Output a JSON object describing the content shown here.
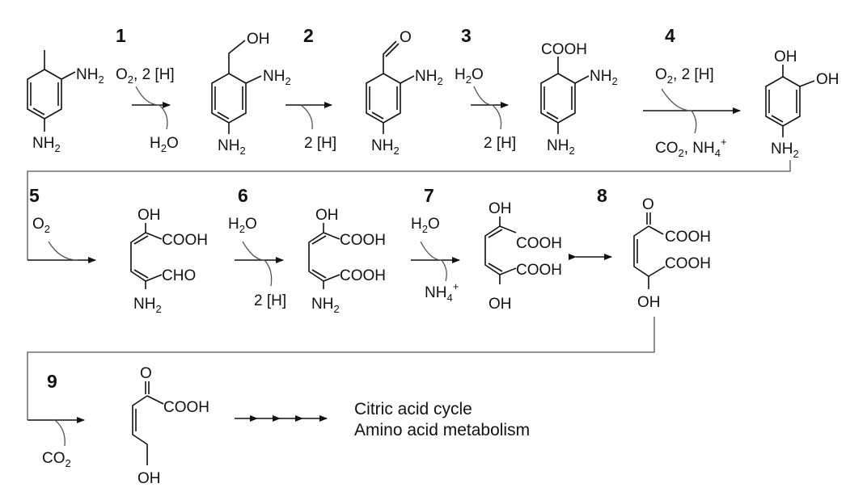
{
  "steps": [
    "1",
    "2",
    "3",
    "4",
    "5",
    "6",
    "7",
    "8",
    "9"
  ],
  "groups": {
    "nh2": "NH",
    "two": "2",
    "oh": "OH",
    "o": "O",
    "cooh": "COOH",
    "cho": "CHO"
  },
  "reagents": {
    "s1_in_a": "O",
    "s1_in_b": "2",
    "s1_in_c": ", 2 [H]",
    "s1_out_a": "H",
    "s1_out_b": "2",
    "s1_out_c": "O",
    "s2_out": "2 [H]",
    "s3_in_a": "H",
    "s3_in_b": "2",
    "s3_in_c": "O",
    "s3_out": "2 [H]",
    "s4_in_a": "O",
    "s4_in_b": "2",
    "s4_in_c": ", 2 [H]",
    "s4_out_a": "CO",
    "s4_out_b": "2",
    "s4_out_c": ", NH",
    "s4_out_d": "4",
    "s4_out_e": "+",
    "s5_in_a": "O",
    "s5_in_b": "2",
    "s6_in_a": "H",
    "s6_in_b": "2",
    "s6_in_c": "O",
    "s6_out": "2 [H]",
    "s7_in_a": "H",
    "s7_in_b": "2",
    "s7_in_c": "O",
    "s7_out_a": "NH",
    "s7_out_b": "4",
    "s7_out_c": "+",
    "s9_out_a": "CO",
    "s9_out_b": "2"
  },
  "outcomes": [
    "Citric acid cycle",
    "Amino acid metabolism"
  ]
}
